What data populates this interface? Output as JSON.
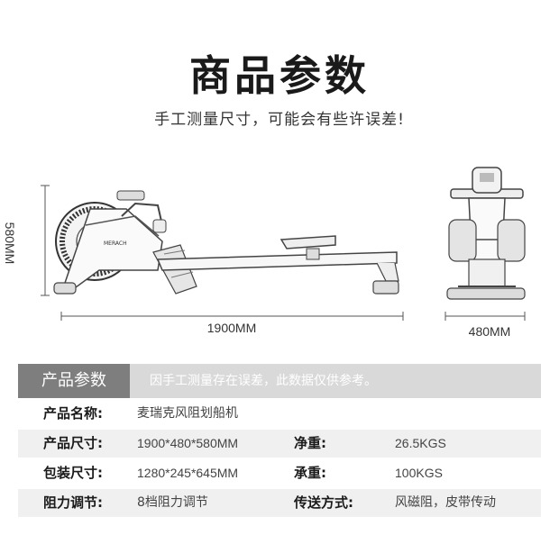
{
  "title": "商品参数",
  "subtitle": "手工测量尺寸，可能会有些许误差!",
  "drawing": {
    "height_label": "580MM",
    "length_label": "1900MM",
    "width_label": "480MM",
    "brand_mark": "MERACH"
  },
  "table": {
    "header_label": "产品参数",
    "header_note": "因手工测量存在误差，此数据仅供参考。",
    "rows": [
      {
        "key1": "产品名称:",
        "val1": "麦瑞克风阻划船机",
        "key2": "",
        "val2": ""
      },
      {
        "key1": "产品尺寸:",
        "val1": "1900*480*580MM",
        "key2": "净重:",
        "val2": "26.5KGS"
      },
      {
        "key1": "包装尺寸:",
        "val1": "1280*245*645MM",
        "key2": "承重:",
        "val2": "100KGS"
      },
      {
        "key1": "阻力调节:",
        "val1": "8档阻力调节",
        "key2": "传送方式:",
        "val2": "风磁阻，皮带传动"
      }
    ]
  },
  "colors": {
    "header_dark": "#7e7e7e",
    "header_light": "#d9d9d9",
    "row_alt": "#f0f0f0"
  }
}
